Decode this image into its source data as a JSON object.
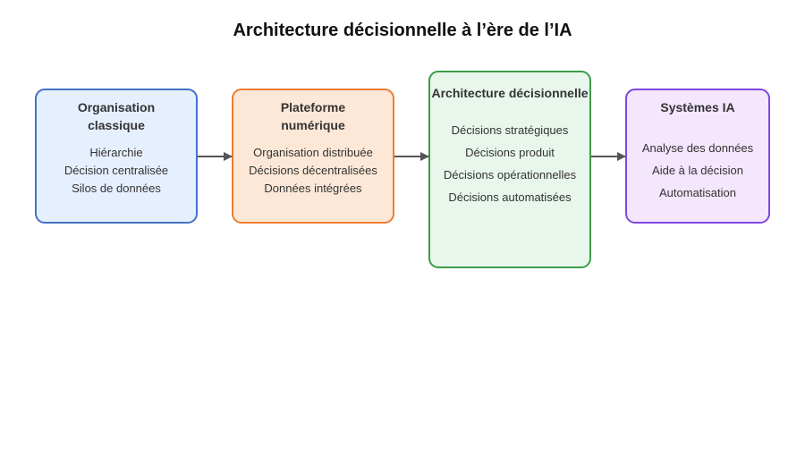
{
  "title": "Architecture décisionnelle à l’ère de l’IA",
  "boxes": [
    {
      "title_lines": [
        "Organisation",
        "classique"
      ],
      "items": [
        "Hiérarchie",
        "Décision centralisée",
        "Silos de données"
      ],
      "stroke": "#4472c4",
      "fill": "#e6effd"
    },
    {
      "title_lines": [
        "Plateforme",
        "numérique"
      ],
      "items": [
        "Organisation distribuée",
        "Décisions décentralisées",
        "Données intégrées"
      ],
      "stroke": "#ed7d31",
      "fill": "#fde8d7"
    },
    {
      "title_lines": [
        "Architecture décisionnelle"
      ],
      "items": [
        "Décisions stratégiques",
        "Décisions produit",
        "Décisions opérationnelles",
        "Décisions automatisées"
      ],
      "stroke": "#3a9c48",
      "fill": "#e9f6ec"
    },
    {
      "title_lines": [
        "Systèmes IA"
      ],
      "items": [
        "Analyse des données",
        "Aide à la décision",
        "Automatisation"
      ],
      "stroke": "#7f48e0",
      "fill": "#f3e6fd"
    }
  ],
  "colors": {
    "arrow": "#555555"
  }
}
